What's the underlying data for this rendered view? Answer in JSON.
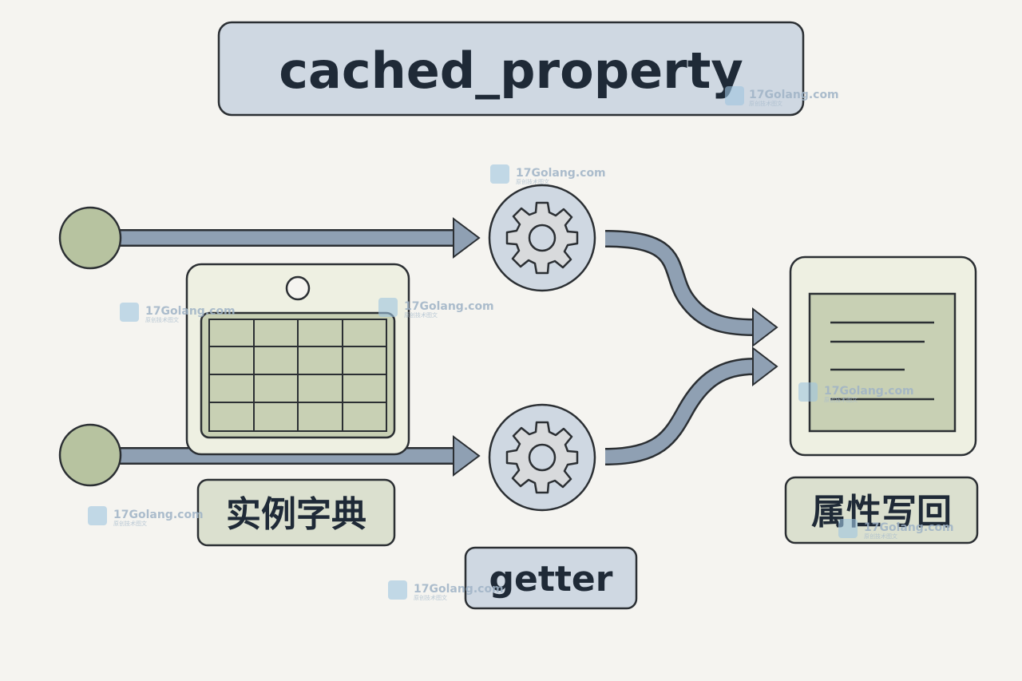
{
  "title": "cached_property",
  "labels": {
    "instance_dict": "实例字典",
    "getter": "getter",
    "write_back": "属性写回"
  },
  "watermark": {
    "text": "17Golang.com",
    "sub": "原创技术图文"
  },
  "colors": {
    "background": "#f5f4f0",
    "blue_box": "#cfd8e2",
    "green_box": "#dbe0cf",
    "outline": "#2b2f33",
    "arrow": "#8fa0b3",
    "circle": "#b7c3a0",
    "card": "#eef0e2",
    "grid": "#c8d0b4"
  },
  "icons": {
    "gear": "gear-icon",
    "input": "circle-node",
    "dict": "table-icon",
    "document": "document-icon"
  }
}
